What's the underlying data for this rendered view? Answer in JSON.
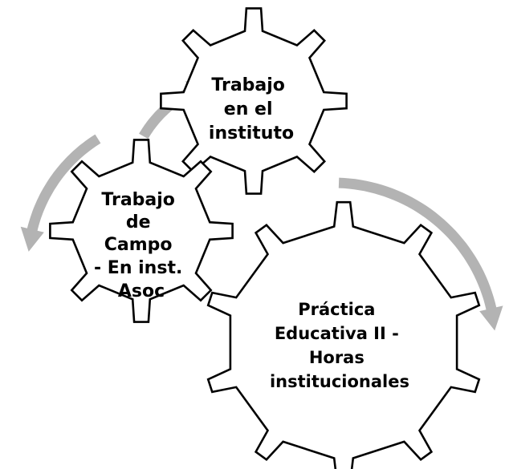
{
  "colors": {
    "gear_fill": "#ffffff",
    "gear_stroke": "#000000",
    "arrow": "#b3b3b3",
    "text": "#000000"
  },
  "gears": {
    "top": {
      "lines": [
        "Trabajo",
        "en el",
        "instituto"
      ]
    },
    "left": {
      "lines": [
        "Trabajo",
        "de",
        "Campo",
        "- En inst.",
        "Asoc"
      ]
    },
    "bottom": {
      "lines": [
        "Práctica",
        "Educativa II -",
        "Horas",
        "institucionales"
      ]
    }
  }
}
